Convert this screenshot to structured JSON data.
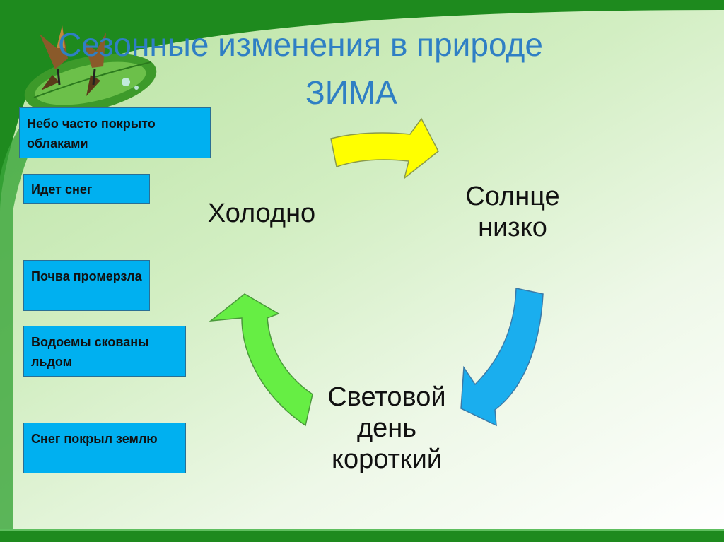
{
  "title": {
    "line1": "Сезонные  изменения в природе",
    "line2": "ЗИМА"
  },
  "facts": [
    "Небо часто покрыто облаками",
    "Идет снег",
    "Почва промерзла",
    "Водоемы скованы льдом",
    "Снег покрыл землю"
  ],
  "cycle": {
    "cold": "Холодно",
    "sun_line1": "Солнце",
    "sun_line2": "низко",
    "day_line1": "Световой",
    "day_line2": "день",
    "day_line3": "короткий"
  },
  "colors": {
    "title": "#2f7fc4",
    "fact_box": "#00b0f0",
    "arrow_yellow": "#ffff00",
    "arrow_blue": "#1aaeee",
    "arrow_green": "#66ee44",
    "frame": "#1e8a1e"
  },
  "icons": [
    "butterfly-on-leaf-icon"
  ]
}
